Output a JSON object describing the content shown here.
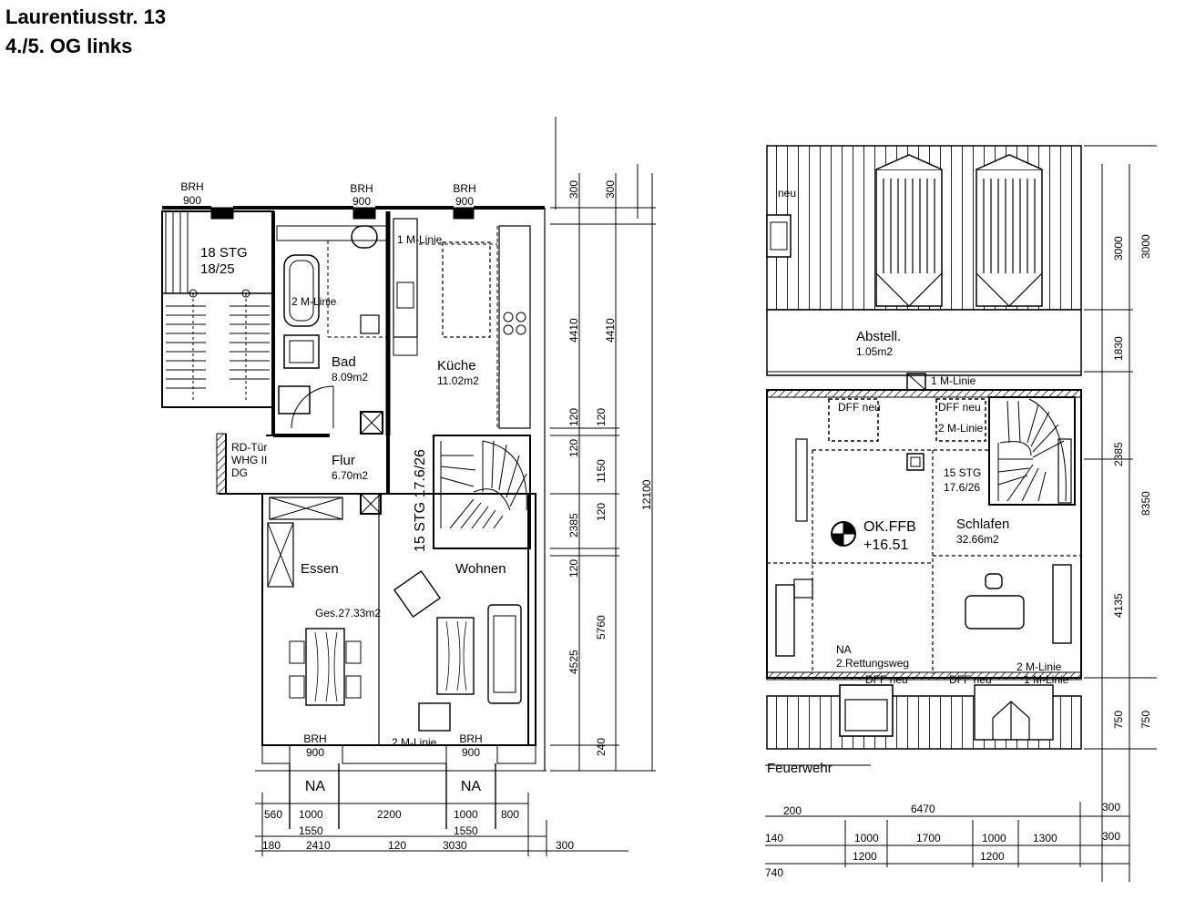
{
  "header": {
    "address": "Laurentiusstr. 13",
    "floor": "4./5. OG links"
  },
  "left_plan": {
    "brh": [
      {
        "label": "BRH",
        "value": "900"
      },
      {
        "label": "BRH",
        "value": "900"
      },
      {
        "label": "BRH",
        "value": "900"
      },
      {
        "label": "BRH",
        "value": "900"
      },
      {
        "label": "BRH",
        "value": "900"
      }
    ],
    "stair_main": {
      "name": "18 STG",
      "ratio": "18/25"
    },
    "rooms": {
      "bad": {
        "name": "Bad",
        "area": "8.09m2"
      },
      "kueche": {
        "name": "Küche",
        "area": "11.02m2"
      },
      "flur": {
        "name": "Flur",
        "area": "6.70m2"
      },
      "essen": {
        "name": "Essen"
      },
      "wohnen": {
        "name": "Wohnen"
      },
      "gesamt": "Ges.27.33m2"
    },
    "notes": {
      "m_linie_1": "1 M-Linie",
      "m_linie_2": "2 M-Linie",
      "m_linie_bottom": "2 M-Linie",
      "door_1": "RD-Tür",
      "door_2": "WHG II",
      "door_3": "DG",
      "stair_inner": "15 STG 17.6/26"
    },
    "na": [
      "NA",
      "NA"
    ],
    "dims_right_1": [
      "300",
      "4410",
      "120",
      "120",
      "2385",
      "120",
      "4525",
      "240"
    ],
    "dims_right_2": [
      "300",
      "4410",
      "120",
      "1150",
      "120",
      "5760"
    ],
    "dims_right_3": [
      "12100"
    ],
    "dims_bottom_1": [
      "560",
      "1000",
      "2200",
      "1000",
      "800"
    ],
    "dims_bottom_2": [
      "1550",
      "1550"
    ],
    "dims_bottom_3": [
      "180",
      "2410",
      "120",
      "3030",
      "300"
    ]
  },
  "right_plan": {
    "neu": "neu",
    "rooms": {
      "abstell": {
        "name": "Abstell.",
        "area": "1.05m2"
      },
      "schlafen": {
        "name": "Schlafen",
        "area": "32.66m2"
      }
    },
    "level": {
      "label": "OK.FFB",
      "value": "+16.51"
    },
    "notes": {
      "m_linie_1": "1 M-Linie",
      "m_linie_2": "2 M-Linie",
      "m_linie_3": "2 M-Linie",
      "m_linie_4": "1 M-Linie",
      "dff_1": "DFF neu",
      "dff_2": "DFF neu",
      "dff_3": "DFF neu",
      "dff_4": "DFF neu",
      "stair_name": "15 STG",
      "stair_ratio": "17.6/26",
      "na": "NA",
      "rettungsweg": "2.Rettungsweg",
      "feuerwehr": "Feuerwehr"
    },
    "dims_right_1": [
      "3000",
      "1830",
      "2385",
      "4135",
      "750"
    ],
    "dims_right_2": [
      "3000",
      "8350",
      "750"
    ],
    "dims_bottom_1": [
      "200",
      "6470",
      "300"
    ],
    "dims_bottom_2": [
      "140",
      "1000",
      "1700",
      "1000",
      "1300",
      "300"
    ],
    "dims_bottom_3": [
      "1200",
      "1200"
    ],
    "dims_bottom_4": [
      "740"
    ]
  }
}
